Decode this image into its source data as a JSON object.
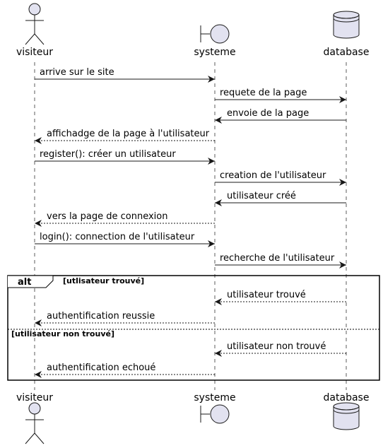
{
  "colors": {
    "participant_fill": "#e2e2f0",
    "stroke": "#181818",
    "lifeline": "#181818"
  },
  "participants": [
    {
      "id": "visiteur",
      "label": "visiteur",
      "shape": "actor-icon"
    },
    {
      "id": "systeme",
      "label": "systeme",
      "shape": "boundary-icon"
    },
    {
      "id": "database",
      "label": "database",
      "shape": "database-icon"
    }
  ],
  "messages": [
    {
      "from": "visiteur",
      "to": "systeme",
      "label": "arrive sur le site",
      "style": "solid"
    },
    {
      "from": "systeme",
      "to": "database",
      "label": "requete de la page",
      "style": "solid"
    },
    {
      "from": "database",
      "to": "systeme",
      "label": "envoie de la page",
      "style": "solid"
    },
    {
      "from": "systeme",
      "to": "visiteur",
      "label": "affichadge de la page à l'utilisateur",
      "style": "dashed"
    },
    {
      "from": "visiteur",
      "to": "systeme",
      "label": "register(): créer un utilisateur",
      "style": "solid"
    },
    {
      "from": "systeme",
      "to": "database",
      "label": "creation de l'utilisateur",
      "style": "solid"
    },
    {
      "from": "database",
      "to": "systeme",
      "label": "utilisateur créé",
      "style": "solid"
    },
    {
      "from": "systeme",
      "to": "visiteur",
      "label": "vers la page de connexion",
      "style": "dashed"
    },
    {
      "from": "visiteur",
      "to": "systeme",
      "label": "login(): connection de l'utilisateur",
      "style": "solid"
    },
    {
      "from": "systeme",
      "to": "database",
      "label": "recherche de l'utilisateur",
      "style": "solid"
    }
  ],
  "alt_fragment": {
    "title": "alt",
    "sections": [
      {
        "guard": "[utlisateur trouvé]",
        "messages": [
          {
            "from": "database",
            "to": "systeme",
            "label": "utilisateur trouvé",
            "style": "dashed"
          },
          {
            "from": "systeme",
            "to": "visiteur",
            "label": "authentification reussie",
            "style": "dashed"
          }
        ]
      },
      {
        "guard": "[utilisateur non trouvé]",
        "messages": [
          {
            "from": "database",
            "to": "systeme",
            "label": "utilisateur non trouvé",
            "style": "dashed"
          },
          {
            "from": "systeme",
            "to": "visiteur",
            "label": "authentification echoué",
            "style": "dashed"
          }
        ]
      }
    ]
  }
}
